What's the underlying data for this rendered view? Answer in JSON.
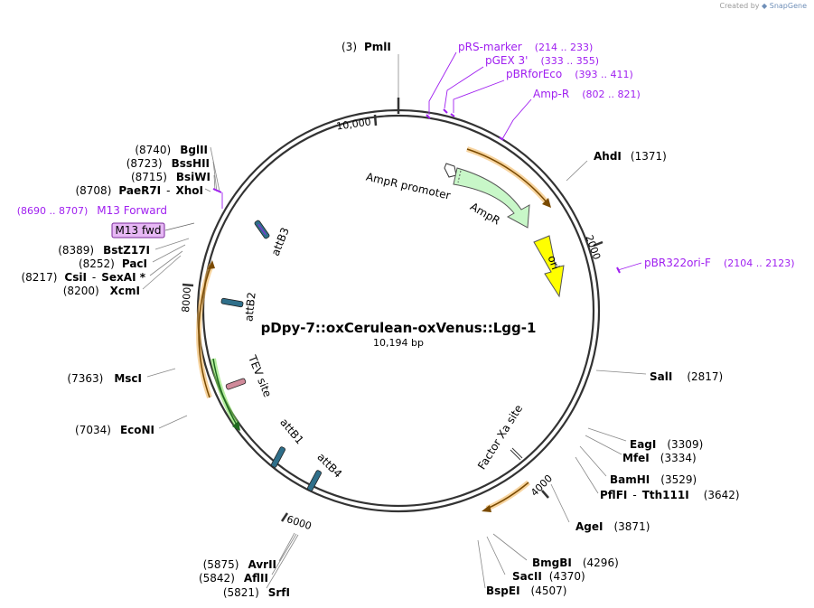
{
  "credit": {
    "prefix": "Created by",
    "brand": "SnapGene"
  },
  "plasmid": {
    "name": "pDpy-7::oxCerulean-oxVenus::Lgg-1",
    "length_label": "10,194 bp"
  },
  "ticks": [
    {
      "label": "10,000"
    },
    {
      "label": "2000"
    },
    {
      "label": "4000"
    },
    {
      "label": "6000"
    },
    {
      "label": "8000"
    }
  ],
  "sites": [
    {
      "pos": "(3)",
      "name": "PmlI"
    },
    {
      "pos": "(1371)",
      "name": "AhdI"
    },
    {
      "pos": "(2817)",
      "name": "SalI"
    },
    {
      "pos": "(3309)",
      "name": "EagI"
    },
    {
      "pos": "(3334)",
      "name": "MfeI"
    },
    {
      "pos": "(3529)",
      "name": "BamHI"
    },
    {
      "pos": "(3642)",
      "name": "PflFI",
      "name2": "Tth111I"
    },
    {
      "pos": "(3871)",
      "name": "AgeI"
    },
    {
      "pos": "(4296)",
      "name": "BmgBI"
    },
    {
      "pos": "(4370)",
      "name": "SacII"
    },
    {
      "pos": "(4507)",
      "name": "BspEI"
    },
    {
      "pos": "(5821)",
      "name": "SrfI"
    },
    {
      "pos": "(5842)",
      "name": "AflII"
    },
    {
      "pos": "(5875)",
      "name": "AvrII"
    },
    {
      "pos": "(7034)",
      "name": "EcoNI"
    },
    {
      "pos": "(7363)",
      "name": "MscI"
    },
    {
      "pos": "(8200)",
      "name": "XcmI"
    },
    {
      "pos": "(8217)",
      "name": "CsiI",
      "name2": "SexAI *"
    },
    {
      "pos": "(8252)",
      "name": "PacI"
    },
    {
      "pos": "(8389)",
      "name": "BstZ17I"
    },
    {
      "pos": "(8708)",
      "name": "PaeR7I",
      "name2": "XhoI"
    },
    {
      "pos": "(8715)",
      "name": "BsiWI"
    },
    {
      "pos": "(8723)",
      "name": "BssHII"
    },
    {
      "pos": "(8740)",
      "name": "BglII"
    }
  ],
  "primers": [
    {
      "name": "pRS-marker",
      "range": "(214 .. 233)"
    },
    {
      "name": "pGEX 3'",
      "range": "(333 .. 355)"
    },
    {
      "name": "pBRforEco",
      "range": "(393 .. 411)"
    },
    {
      "name": "Amp-R",
      "range": "(802 .. 821)"
    },
    {
      "name": "pBR322ori-F",
      "range": "(2104 .. 2123)"
    },
    {
      "name": "M13 Forward",
      "range": "(8690 .. 8707)"
    }
  ],
  "boxed_primer": {
    "name": "M13 fwd"
  },
  "features": [
    {
      "name": "AmpR promoter"
    },
    {
      "name": "AmpR"
    },
    {
      "name": "ori"
    },
    {
      "name": "Factor Xa site"
    },
    {
      "name": "attB3"
    },
    {
      "name": "attB2"
    },
    {
      "name": "TEV site"
    },
    {
      "name": "attB1"
    },
    {
      "name": "attB4"
    }
  ],
  "colors": {
    "backbone": "#333333",
    "primer": "#a020f0",
    "ampr": "#c8f7c8",
    "ori": "#ffff00",
    "orange_arc": "#ffcf7a",
    "green_arc": "#9be87a",
    "att_site": "#2f6f8a",
    "tev_site": "#d08a9a",
    "boxed_primer_fill": "#e7b8f5"
  }
}
